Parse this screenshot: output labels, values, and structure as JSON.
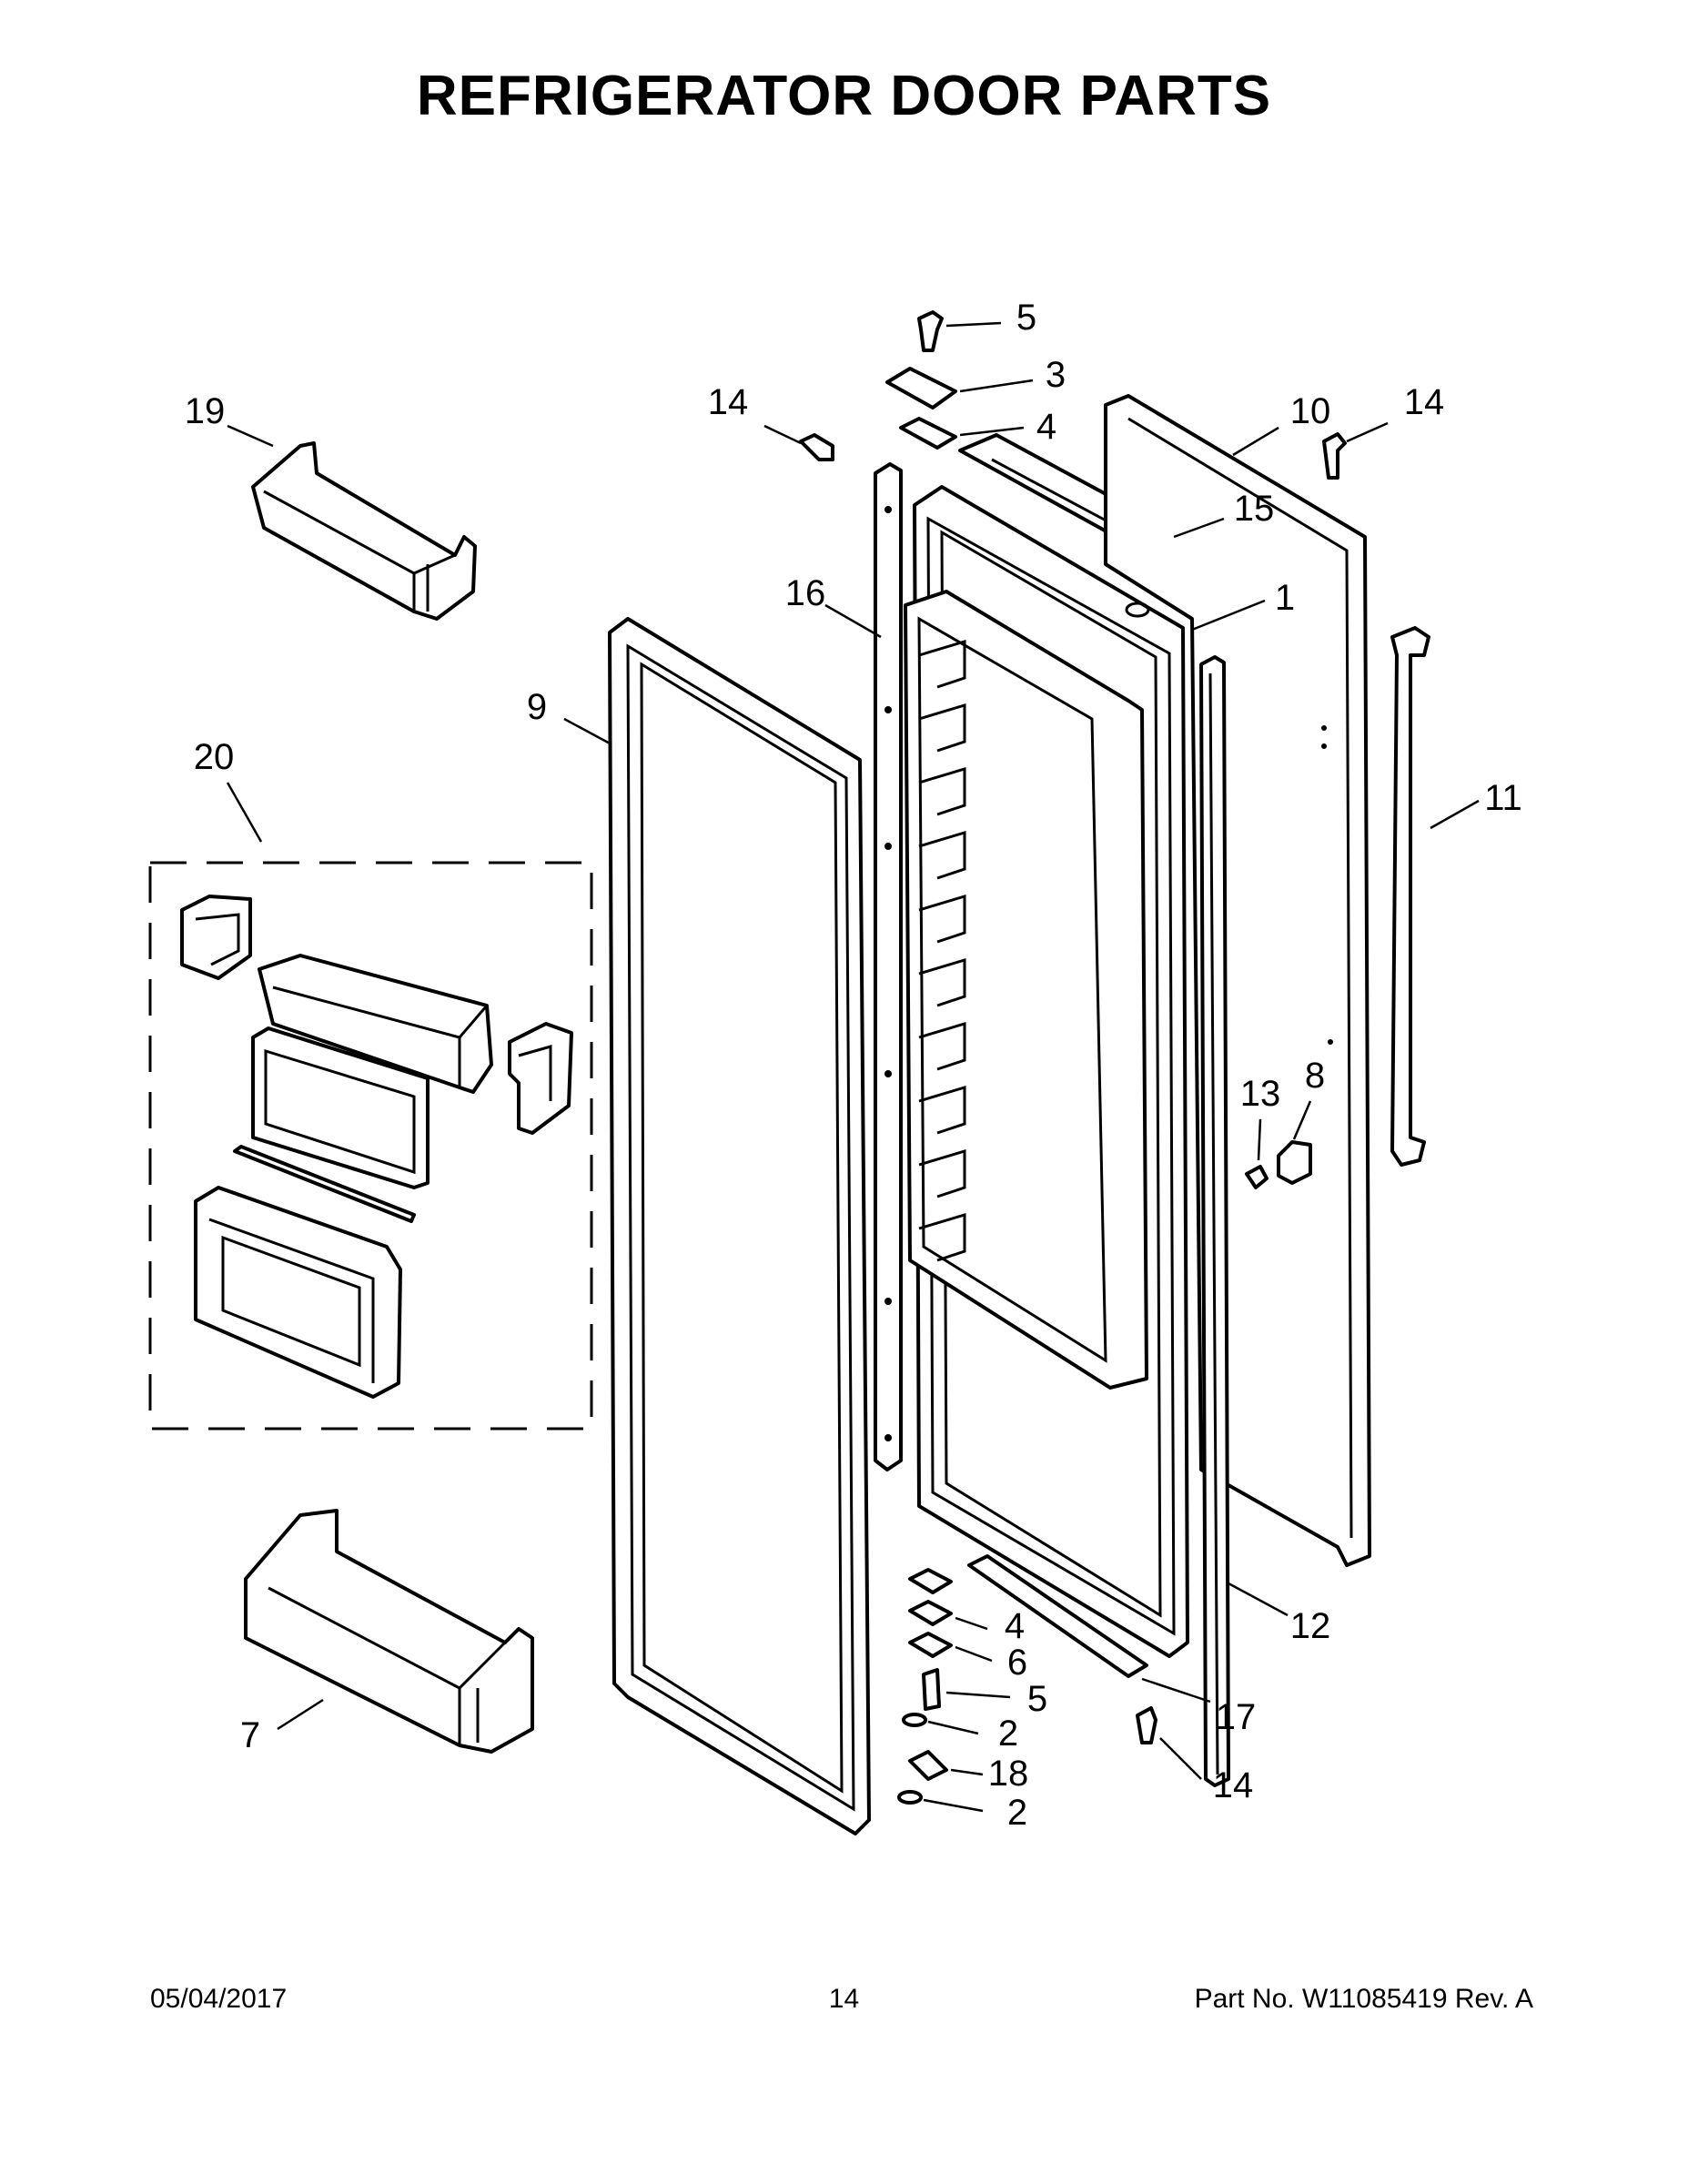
{
  "title": "REFRIGERATOR DOOR PARTS",
  "callouts": [
    {
      "id": "c5a",
      "text": "5"
    },
    {
      "id": "c3",
      "text": "3"
    },
    {
      "id": "c4a",
      "text": "4"
    },
    {
      "id": "c14a",
      "text": "14"
    },
    {
      "id": "c10",
      "text": "10"
    },
    {
      "id": "c14b",
      "text": "14"
    },
    {
      "id": "c15",
      "text": "15"
    },
    {
      "id": "c19",
      "text": "19"
    },
    {
      "id": "c16",
      "text": "16"
    },
    {
      "id": "c1",
      "text": "1"
    },
    {
      "id": "c9",
      "text": "9"
    },
    {
      "id": "c20",
      "text": "20"
    },
    {
      "id": "c11",
      "text": "11"
    },
    {
      "id": "c8",
      "text": "8"
    },
    {
      "id": "c13",
      "text": "13"
    },
    {
      "id": "c12",
      "text": "12"
    },
    {
      "id": "c4b",
      "text": "4"
    },
    {
      "id": "c6",
      "text": "6"
    },
    {
      "id": "c5b",
      "text": "5"
    },
    {
      "id": "c17",
      "text": "17"
    },
    {
      "id": "c2a",
      "text": "2"
    },
    {
      "id": "c7",
      "text": "7"
    },
    {
      "id": "c18",
      "text": "18"
    },
    {
      "id": "c14c",
      "text": "14"
    },
    {
      "id": "c2b",
      "text": "2"
    }
  ],
  "footer": {
    "date": "05/04/2017",
    "page": "14",
    "part_number": "Part No.  W11085419  Rev.  A"
  }
}
